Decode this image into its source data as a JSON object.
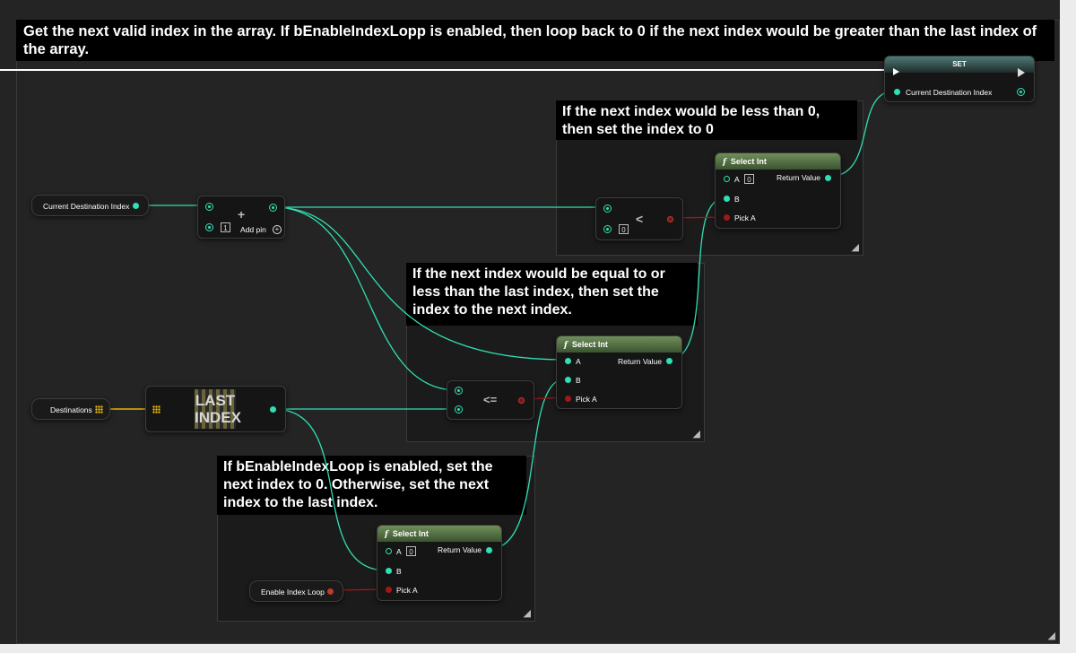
{
  "header": {
    "comment": "Get the next valid index in the array. If bEnableIndexLopp is enabled, then loop back to 0 if the next index would be greater than the last index of the array."
  },
  "comments": {
    "less_than_zero": "If the next index would be less than 0, then set the index to 0",
    "less_equal_last": "If the next index would be equal to or less than the last index, then set the index to the next index.",
    "enable_loop": "If bEnableIndexLoop is enabled, set the next index to 0. Otherwise, set the next index to the last index."
  },
  "nodes": {
    "set": {
      "title": "SET",
      "pin": "Current Destination Index"
    },
    "current_dest_var": {
      "label": "Current Destination Index"
    },
    "add": {
      "symbol": "+",
      "value": "1",
      "add_pin": "Add pin"
    },
    "less": {
      "symbol": "<",
      "value": "0"
    },
    "select_top": {
      "title": "Select Int",
      "a": "A",
      "a_value": "0",
      "b": "B",
      "pick": "Pick A",
      "ret": "Return Value"
    },
    "select_mid": {
      "title": "Select Int",
      "a": "A",
      "b": "B",
      "pick": "Pick A",
      "ret": "Return Value"
    },
    "less_equal": {
      "symbol": "<="
    },
    "destinations_var": {
      "label": "Destinations"
    },
    "last_index": {
      "text": "LAST INDEX"
    },
    "select_bottom": {
      "title": "Select Int",
      "a": "A",
      "a_value": "0",
      "b": "B",
      "pick": "Pick A",
      "ret": "Return Value"
    },
    "enable_loop_var": {
      "label": "Enable Index Loop"
    }
  },
  "colors": {
    "int_pin": "#2fe0b4",
    "bool_pin": "#a31616",
    "array_pin": "#e8b400",
    "exec_wire": "#ffffff",
    "func_header": "#5a7a48",
    "comment_title_bg": "#000000"
  },
  "icons": [
    "function-icon",
    "add-pin-icon",
    "exec-in-icon",
    "exec-out-icon",
    "array-grid-icon",
    "resize-icon"
  ]
}
